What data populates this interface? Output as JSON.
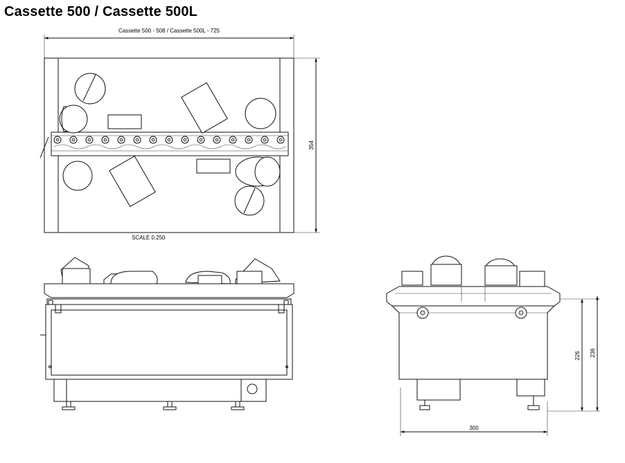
{
  "title": "Cassette 500 / Cassette 500L",
  "top_view": {
    "width_label": "Cassette 500 - 508 / Cassette 500L - 725",
    "depth_label": "354",
    "scale_label": "SCALE  0.250"
  },
  "side_view": {
    "width_label": "300",
    "height_inner_label": "226",
    "height_outer_label": "236"
  }
}
